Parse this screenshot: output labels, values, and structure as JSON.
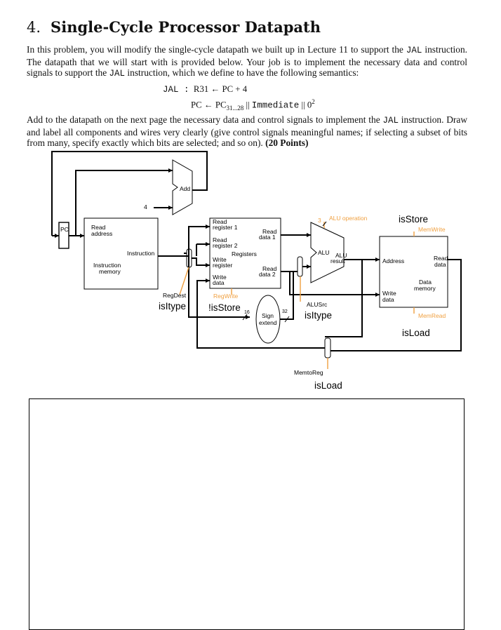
{
  "problem": {
    "number": "4.",
    "title": "Single-Cycle Processor Datapath"
  },
  "intro": {
    "text1": "In this problem, you will modify the single-cycle datapath we built up in Lecture 11 to support the ",
    "jal1": "JAL",
    "text2": " instruction. The datapath that we will start with is provided below. Your job is to implement the necessary data and control signals to support the ",
    "jal2": "JAL",
    "text3": " instruction, which we define to have the following semantics:"
  },
  "semantics": {
    "label": "JAL :",
    "line1": "R31 ← PC + 4",
    "line2_pc": "PC ← PC",
    "line2_sub": "31...28",
    "line2_sep": " || ",
    "line2_imm": "Immediate",
    "line2_tail": " || 0",
    "line2_sup": "2"
  },
  "instructions": {
    "text1": "Add to the datapath on the next page the necessary data and control signals to implement the ",
    "jal": "JAL",
    "text2": " instruction. Draw and label all components and wires very clearly (give control signals meaningful names; if selecting a subset of bits from many, specify exactly which bits are selected; and so on). ",
    "points": "(20 Points)"
  },
  "diagram": {
    "pc": "PC",
    "add": "Add",
    "four": "4",
    "imem_read_address_1": "Read",
    "imem_read_address_2": "address",
    "imem_instruction": "Instruction",
    "imem_title_1": "Instruction",
    "imem_title_2": "memory",
    "reg_read_reg1_a": "Read",
    "reg_read_reg1_b": "register 1",
    "reg_read_reg2_a": "Read",
    "reg_read_reg2_b": "register 2",
    "reg_write_reg_a": "Write",
    "reg_write_reg_b": "register",
    "reg_write_data_a": "Write",
    "reg_write_data_b": "data",
    "reg_read_data1_a": "Read",
    "reg_read_data1_b": "data 1",
    "reg_read_data2_a": "Read",
    "reg_read_data2_b": "data 2",
    "reg_title": "Registers",
    "alu_op_bits": "3",
    "alu_operation": "ALU operation",
    "alu_label": "ALU",
    "alu_result_a": "ALU",
    "alu_result_b": "result",
    "dmem_address": "Address",
    "dmem_read_data_a": "Read",
    "dmem_read_data_b": "data",
    "dmem_write_data_a": "Write",
    "dmem_write_data_b": "data",
    "dmem_title_a": "Data",
    "dmem_title_b": "memory",
    "memwrite": "MemWrite",
    "memread": "MemRead",
    "isstore_top": "isStore",
    "isload_right": "isLoad",
    "regdest": "RegDest",
    "isitype_left": "isItype",
    "regwrite": "RegWrite",
    "notisstore": "!isStore",
    "sixteen": "16",
    "thirtytwo": "32",
    "sign_a": "Sign",
    "sign_b": "extend",
    "alusrc": "ALUSrc",
    "isitype_mid": "isItype",
    "memtoreg": "MemtoReg",
    "isload_bottom": "isLoad",
    "colors": {
      "orange": "#f0a040",
      "line": "#000000"
    }
  }
}
